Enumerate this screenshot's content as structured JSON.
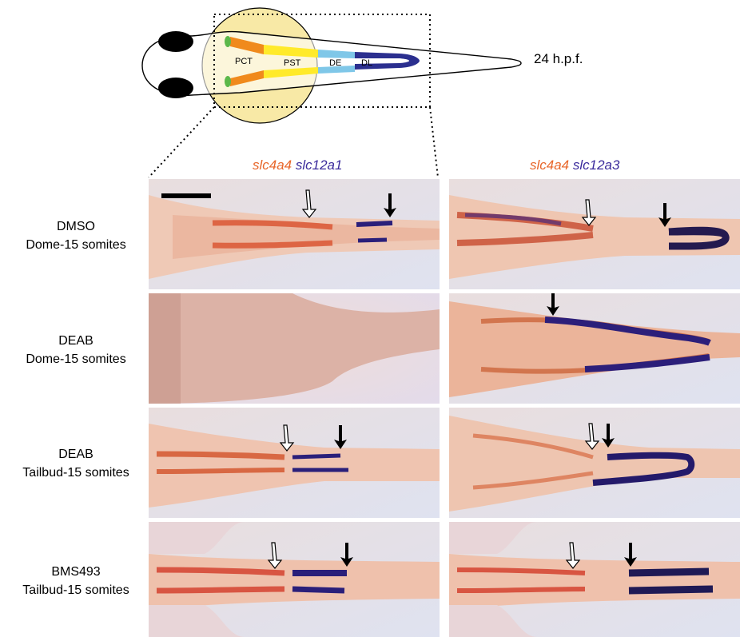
{
  "schematic": {
    "segments": [
      "PCT",
      "PST",
      "DE",
      "DL"
    ],
    "stage": "24 h.p.f.",
    "colors": {
      "PCT": "#f08a1c",
      "PST": "#ffea2a",
      "DE": "#7fc7e8",
      "DL": "#2b2f8f",
      "yolk": "#f8e9a6",
      "glomerulus": "#5cb84a"
    }
  },
  "columns": [
    {
      "gene1": "slc4a4",
      "gene2": "slc12a1"
    },
    {
      "gene1": "slc4a4",
      "gene2": "slc12a3"
    }
  ],
  "rows": [
    {
      "line1": "DMSO",
      "line2": "Dome-15 somites"
    },
    {
      "line1": "DEAB",
      "line2": "Dome-15 somites"
    },
    {
      "line1": "DEAB",
      "line2": "Tailbud-15 somites"
    },
    {
      "line1": "BMS493",
      "line2": "Tailbud-15 somites"
    }
  ],
  "colors": {
    "orange_stain": "#d4401e",
    "blue_stain": "#2a1f7a",
    "header_orange": "#e8662a",
    "header_blue": "#3b2b9c"
  }
}
